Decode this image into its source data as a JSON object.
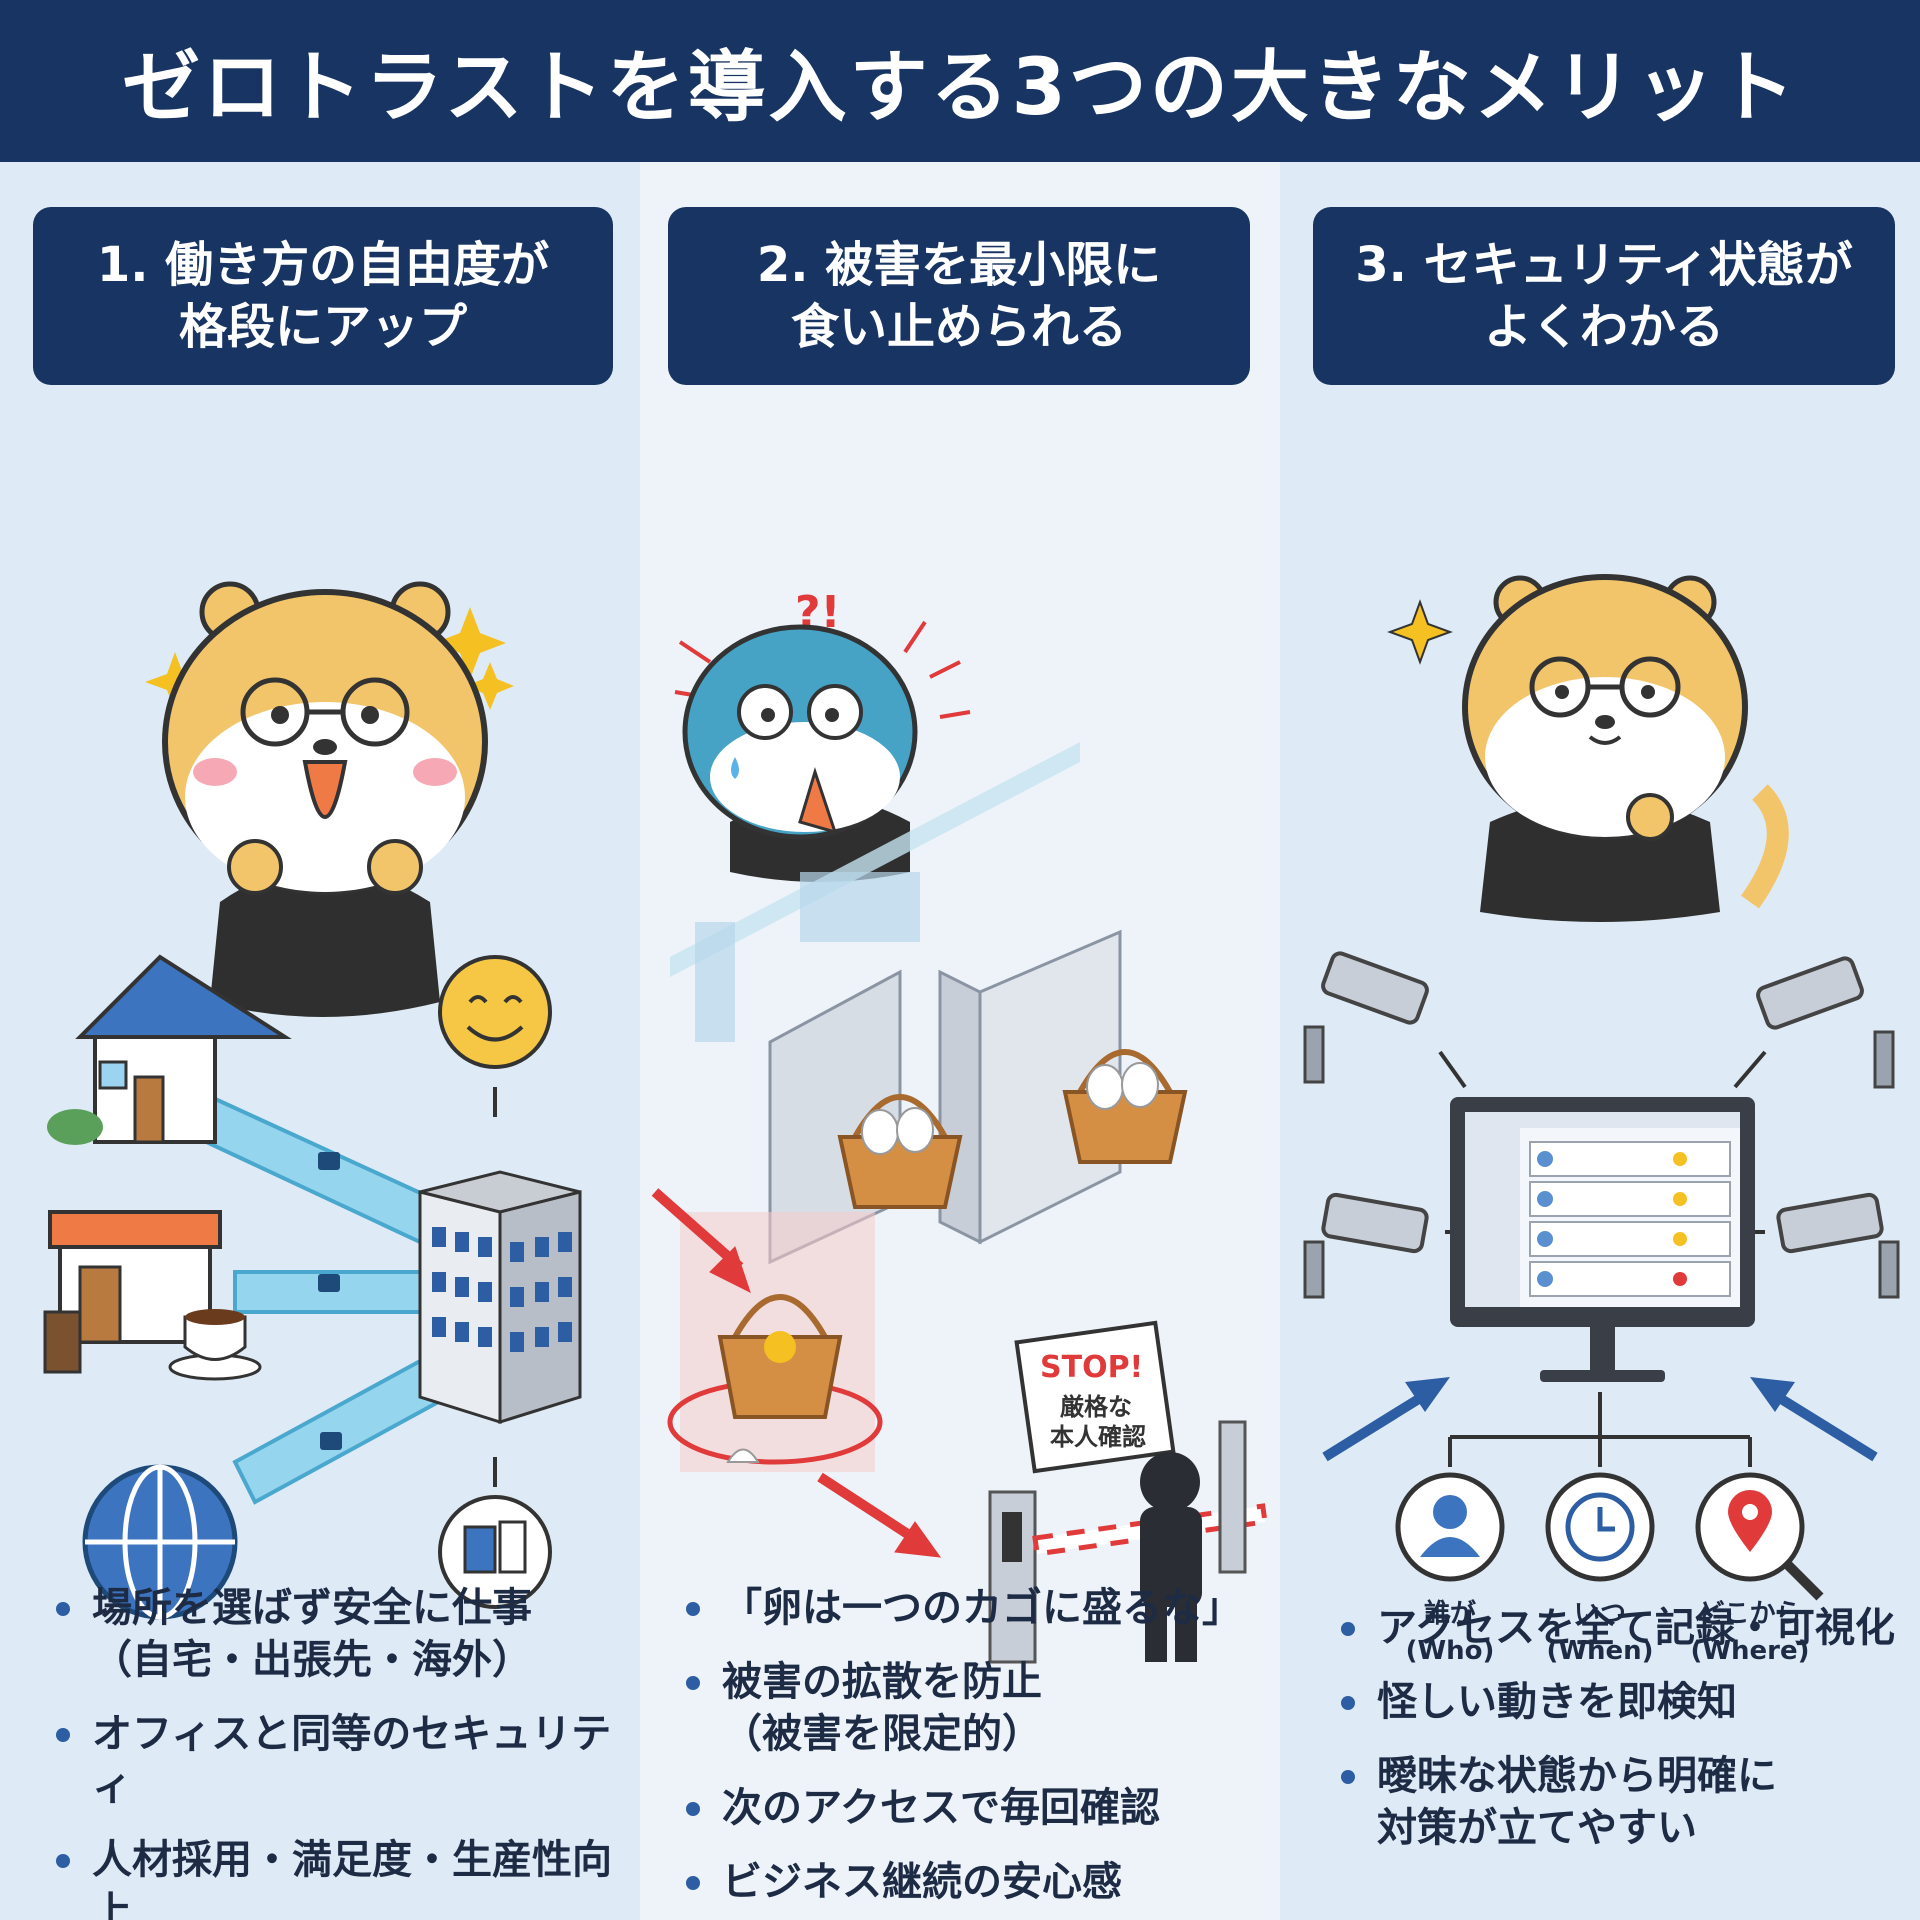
{
  "title": "ゼロトラストを導入する3つの大きなメリット",
  "columns": [
    {
      "heading": [
        "1. 働き方の自由度が",
        "格段にアップ"
      ],
      "bullets": [
        [
          "場所を選ばず安全に仕事",
          "（自宅・出張先・海外）"
        ],
        [
          "オフィスと同等のセキュリティ"
        ],
        [
          "人材採用・満足度・生産性向上"
        ]
      ]
    },
    {
      "heading": [
        "2. 被害を最小限に",
        "食い止められる"
      ],
      "bullets": [
        [
          "「卵は一つのカゴに盛るな」"
        ],
        [
          "被害の拡散を防止",
          "（被害を限定的）"
        ],
        [
          "次のアクセスで毎回確認"
        ],
        [
          "ビジネス継続の安心感"
        ]
      ]
    },
    {
      "heading": [
        "3. セキュリティ状態が",
        "よくわかる"
      ],
      "bullets": [
        [
          "アクセスを全て記録・可視化"
        ],
        [
          "怪しい動きを即検知"
        ],
        [
          "曖昧な状態から明確に",
          "対策が立てやすい"
        ]
      ]
    }
  ],
  "surprise_mark": "?!",
  "stop_sign": {
    "label": "STOP!",
    "line1": "厳格な",
    "line2": "本人確認"
  },
  "monitor_labels": [
    {
      "ja": "誰が",
      "en": "(Who)",
      "icon": "person-icon"
    },
    {
      "ja": "いつ",
      "en": "(When)",
      "icon": "clock-icon"
    },
    {
      "ja": "どこから",
      "en": "(Where)",
      "icon": "location-search-icon"
    }
  ],
  "colors": {
    "navy": "#173463",
    "accent_blue": "#2d5da3",
    "alert_red": "#e03a3a",
    "mascot": "#f2c56b"
  }
}
